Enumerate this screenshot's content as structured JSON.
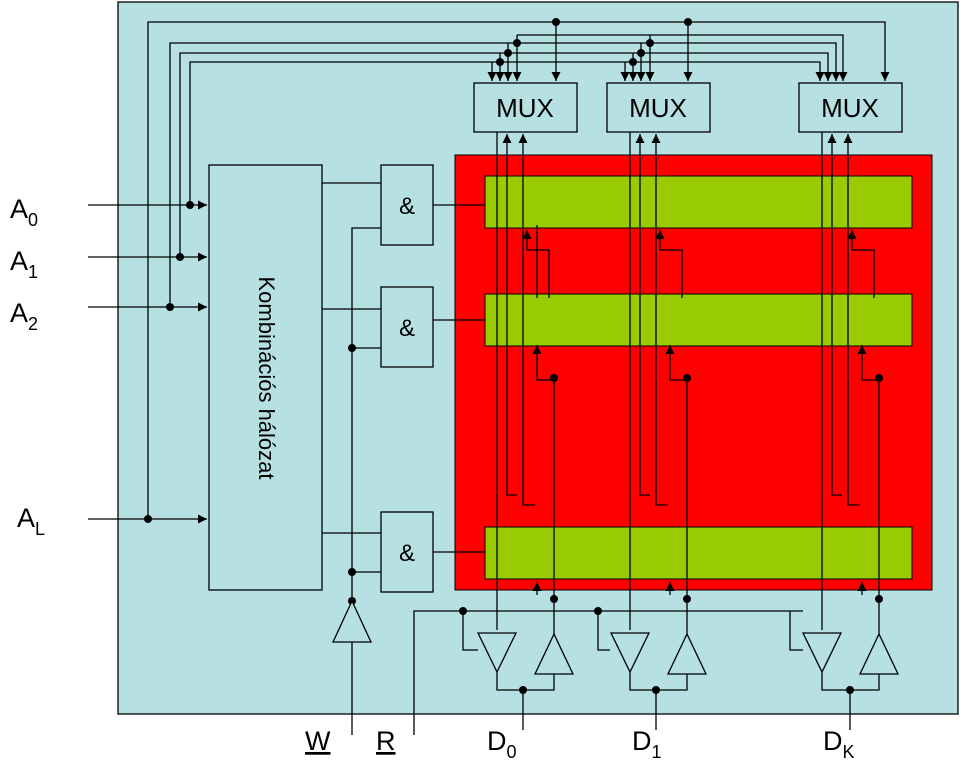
{
  "inputs": [
    {
      "main": "A",
      "sub": "0"
    },
    {
      "main": "A",
      "sub": "1"
    },
    {
      "main": "A",
      "sub": "2"
    },
    {
      "main": "A",
      "sub": "L"
    }
  ],
  "combinational_label": "Kombinációs hálózat",
  "and_label": "&",
  "mux_label": "MUX",
  "write_label": "W",
  "read_label": "R",
  "data_lines": [
    {
      "main": "D",
      "sub": "0"
    },
    {
      "main": "D",
      "sub": "1"
    },
    {
      "main": "D",
      "sub": "K"
    }
  ],
  "colors": {
    "background": "#b7e0e3",
    "memory_array": "#ff0000",
    "word_row": "#99cc00",
    "wire": "#000000"
  }
}
